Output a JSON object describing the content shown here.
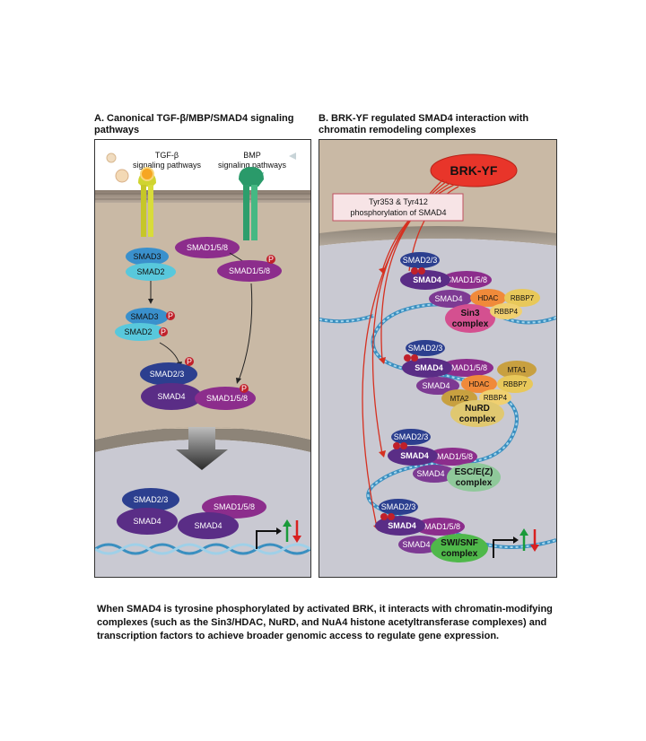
{
  "panelA": {
    "title": "A. Canonical TGF-β/MBP/SMAD4 signaling pathways",
    "tgf_label_1": "TGF-β",
    "tgf_label_2": "signaling pathways",
    "bmp_label_1": "BMP",
    "bmp_label_2": "signaling pathways",
    "smad3": "SMAD3",
    "smad2": "SMAD2",
    "smad158": "SMAD1/5/8",
    "smad23": "SMAD2/3",
    "smad4": "SMAD4",
    "phospho": "P"
  },
  "panelB": {
    "title": "B. BRK-YF regulated SMAD4  interaction with chromatin remodeling complexes",
    "brk": "BRK-YF",
    "phospho_note_1": "Tyr353 & Tyr412",
    "phospho_note_2": "phosphorylation of SMAD4",
    "smad23": "SMAD2/3",
    "smad4": "SMAD4",
    "smad158": "SMAD1/5/8",
    "hdac": "HDAC",
    "rbbp7": "RBBP7",
    "rbbp4": "RBBP4",
    "mta1": "MTA1",
    "mta2": "MTA2",
    "sin3_1": "Sin3",
    "sin3_2": "complex",
    "nurd_1": "NuRD",
    "nurd_2": "complex",
    "esc_1": "ESC/E(Z)",
    "esc_2": "complex",
    "swi_1": "SWI/SNF",
    "swi_2": "complex",
    "phospho": "P"
  },
  "caption": "When SMAD4 is tyrosine phosphorylated by activated BRK, it interacts with chromatin-modifying complexes (such as the Sin3/HDAC, NuRD, and NuA4 histone acetyltransferase complexes) and transcription factors to achieve broader genomic access to regulate gene expression.",
  "colors": {
    "cytoplasm": "#c9b9a5",
    "nucleus": "#c9c9d2",
    "smad23": "#2c3f8f",
    "smad4": "#5a2d86",
    "smad158": "#8c2d8c",
    "smad3": "#3a90cc",
    "smad2": "#58c8dc",
    "brk": "#e8352a",
    "arrow_up": "#1a9a3a",
    "arrow_down": "#d82020"
  }
}
